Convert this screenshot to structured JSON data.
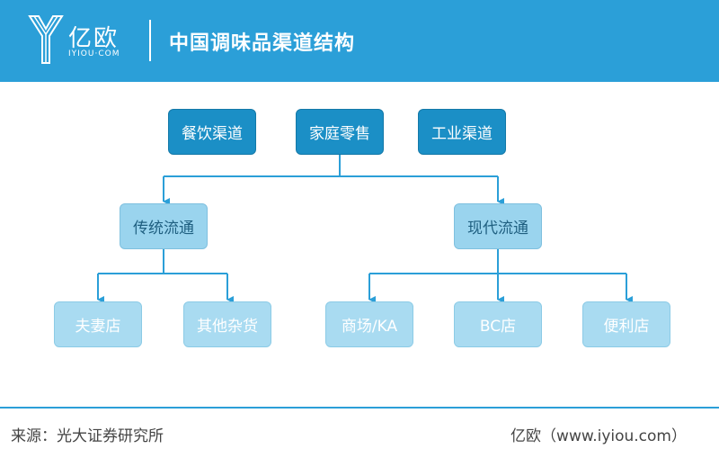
{
  "header": {
    "logo_text": "亿欧",
    "logo_sub": "IYIOU·COM",
    "title": "中国调味品渠道结构"
  },
  "diagram": {
    "top_row": [
      "餐饮渠道",
      "家庭零售",
      "工业渠道"
    ],
    "middle_row": [
      "传统流通",
      "现代流通"
    ],
    "bottom_row": [
      "夫妻店",
      "其他杂货",
      "商场/KA",
      "BC店",
      "便利店"
    ]
  },
  "footer": {
    "source": "来源：光大证券研究所",
    "credit": "亿欧（www.iyiou.com）"
  },
  "colors": {
    "header_bg": "#2b9fd8",
    "top_node": "#1b8fc6",
    "middle_node": "#9ad4ee",
    "bottom_node": "#a9dbf1",
    "connector": "#2b9fd8"
  }
}
